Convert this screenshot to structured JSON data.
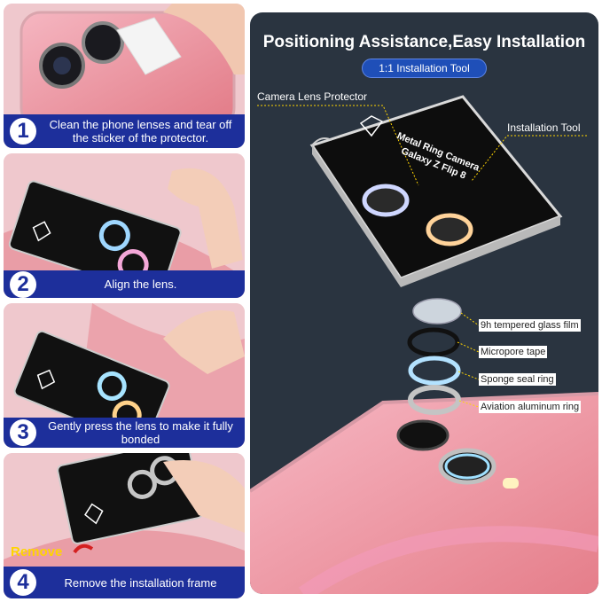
{
  "steps": [
    {
      "number": "1",
      "text": "Clean the phone lenses and tear off the sticker of the protector."
    },
    {
      "number": "2",
      "text": "Align the lens."
    },
    {
      "number": "3",
      "text": "Gently press the lens to make it fully bonded"
    },
    {
      "number": "4",
      "text": "Remove the installation frame"
    }
  ],
  "remove_label": "Remove",
  "right": {
    "title": "Positioning Assistance,Easy Installation",
    "badge": "1:1 Installation Tool",
    "camera_lens_protector": "Camera Lens Protector",
    "installation_tool": "Installation Tool",
    "tool_text_line1": "Metal Ring Camera",
    "tool_text_line2": "Galaxy Z Flip 8",
    "layers": [
      "9h tempered glass film",
      "Micropore tape",
      "Sponge seal ring",
      "Aviation aluminum ring"
    ]
  },
  "colors": {
    "accent_blue": "#1d2f9b",
    "panel_dark": "#2a3440",
    "highlight_yellow": "#ffd400"
  }
}
